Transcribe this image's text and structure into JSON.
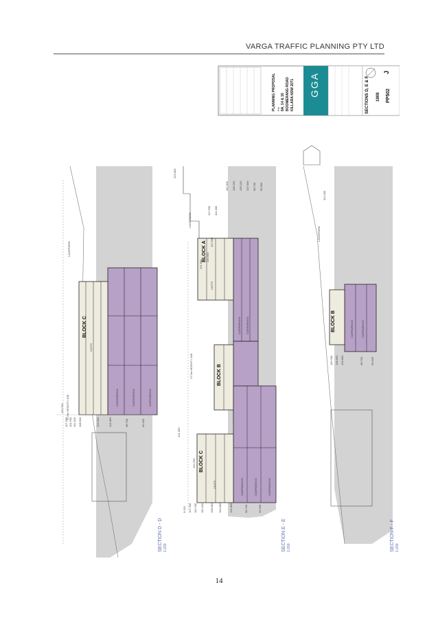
{
  "header": {
    "title": "VARGA TRAFFIC PLANNING PTY LTD"
  },
  "page": {
    "number": "14"
  },
  "title_block": {
    "project_heading": "PLANNING PROPOSAL",
    "project_for": "For",
    "address_line_1": "8A, 14 & 16",
    "address_line_2": "BOOMERANG ROAD",
    "address_line_3": "KILLARA NSW 2071",
    "logo_text": "GGA",
    "sheet_title": "SECTIONS D, E & F",
    "job_number": "1909",
    "drawing_number": "PP502",
    "revision": "J"
  },
  "sections": [
    {
      "label": "SECTION D - D",
      "scale": "1:200"
    },
    {
      "label": "SECTION E - E",
      "scale": "1:200"
    },
    {
      "label": "SECTION F - F",
      "scale": "1:200"
    }
  ],
  "blocks": {
    "c_upper": "BLOCK C",
    "a": "BLOCK A",
    "b_mid": "BLOCK B",
    "c_lower": "BLOCK C",
    "b_right": "BLOCK B"
  },
  "rls": {
    "d": [
      "120.700",
      "117.300",
      "114.200",
      "111.100",
      "108.000",
      "104.900",
      "101.800",
      "98.700",
      "95.600"
    ],
    "e_left": [
      "9.015",
      "117.300",
      "114.200",
      "111.100",
      "108.000",
      "104.900",
      "101.800",
      "98.700",
      "95.600",
      "120.700",
      "121.000"
    ],
    "e_right": [
      "123.000",
      "111.300",
      "108.200",
      "105.100",
      "102.000",
      "98.700",
      "95.600",
      "117.500",
      "114.400",
      "121.600",
      "120.500",
      "117.600"
    ],
    "f": [
      "112.000",
      "110.000",
      "106.900",
      "103.800",
      "98.700",
      "95.600"
    ]
  },
  "labels": {
    "units": "UNITS",
    "carparking": "CARPARKING",
    "height_line": "17.5m HEIGHT LINE",
    "landform": "LANDFORM"
  },
  "colors": {
    "carpark": "#b7a1c7",
    "units": "#eeebdf",
    "ground": "#d3d3d3",
    "teal": "#1b8c94",
    "section_text": "#5a6aa8"
  }
}
